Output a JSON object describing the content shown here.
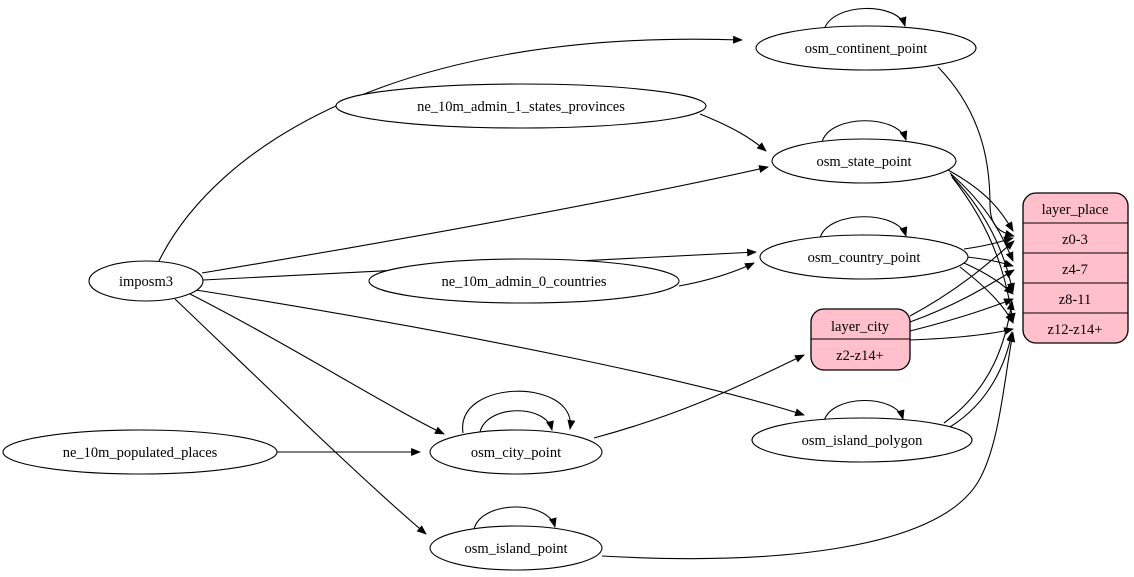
{
  "diagram": {
    "kind": "etl-dependency-graph",
    "background_color": "#ffffff",
    "edge_color": "#000000",
    "node_fill": "#ffffff",
    "record_fill": "#ffc0cb",
    "stroke_color": "#000000"
  },
  "nodes": {
    "imposm3": {
      "label": "imposm3",
      "shape": "ellipse"
    },
    "ne_10m_admin_1_states_provinces": {
      "label": "ne_10m_admin_1_states_provinces",
      "shape": "ellipse"
    },
    "ne_10m_admin_0_countries": {
      "label": "ne_10m_admin_0_countries",
      "shape": "ellipse"
    },
    "ne_10m_populated_places": {
      "label": "ne_10m_populated_places",
      "shape": "ellipse"
    },
    "osm_continent_point": {
      "label": "osm_continent_point",
      "shape": "ellipse",
      "self_loop": true
    },
    "osm_state_point": {
      "label": "osm_state_point",
      "shape": "ellipse",
      "self_loop": true
    },
    "osm_country_point": {
      "label": "osm_country_point",
      "shape": "ellipse",
      "self_loop": true
    },
    "osm_city_point": {
      "label": "osm_city_point",
      "shape": "ellipse",
      "self_loops": 2
    },
    "osm_island_polygon": {
      "label": "osm_island_polygon",
      "shape": "ellipse",
      "self_loop": true
    },
    "osm_island_point": {
      "label": "osm_island_point",
      "shape": "ellipse",
      "self_loop": true
    },
    "layer_city": {
      "label": "layer_city",
      "shape": "record",
      "rows": [
        "z2-z14+"
      ]
    },
    "layer_place": {
      "label": "layer_place",
      "shape": "record",
      "rows": [
        "z0-3",
        "z4-7",
        "z8-11",
        "z12-z14+"
      ]
    }
  },
  "edges": [
    {
      "from": "imposm3",
      "to": "osm_continent_point"
    },
    {
      "from": "imposm3",
      "to": "osm_state_point"
    },
    {
      "from": "imposm3",
      "to": "osm_country_point"
    },
    {
      "from": "imposm3",
      "to": "osm_city_point"
    },
    {
      "from": "imposm3",
      "to": "osm_island_polygon"
    },
    {
      "from": "imposm3",
      "to": "osm_island_point"
    },
    {
      "from": "ne_10m_admin_1_states_provinces",
      "to": "osm_state_point"
    },
    {
      "from": "ne_10m_admin_0_countries",
      "to": "osm_country_point"
    },
    {
      "from": "ne_10m_populated_places",
      "to": "osm_city_point"
    },
    {
      "from": "osm_continent_point",
      "to": "osm_continent_point"
    },
    {
      "from": "osm_state_point",
      "to": "osm_state_point"
    },
    {
      "from": "osm_country_point",
      "to": "osm_country_point"
    },
    {
      "from": "osm_city_point",
      "to": "osm_city_point"
    },
    {
      "from": "osm_city_point",
      "to": "osm_city_point"
    },
    {
      "from": "osm_island_polygon",
      "to": "osm_island_polygon"
    },
    {
      "from": "osm_island_point",
      "to": "osm_island_point"
    },
    {
      "from": "osm_city_point",
      "to": "layer_city:z2-z14+"
    },
    {
      "from": "osm_continent_point",
      "to": "layer_place:z0-3"
    },
    {
      "from": "osm_state_point",
      "to": "layer_place:z0-3"
    },
    {
      "from": "osm_state_point",
      "to": "layer_place:z4-7"
    },
    {
      "from": "osm_state_point",
      "to": "layer_place:z8-11"
    },
    {
      "from": "osm_state_point",
      "to": "layer_place:z12-z14+"
    },
    {
      "from": "osm_country_point",
      "to": "layer_place:z0-3"
    },
    {
      "from": "osm_country_point",
      "to": "layer_place:z4-7"
    },
    {
      "from": "osm_country_point",
      "to": "layer_place:z8-11"
    },
    {
      "from": "osm_country_point",
      "to": "layer_place:z12-z14+"
    },
    {
      "from": "layer_city:z2-z14+",
      "to": "layer_place:z0-3"
    },
    {
      "from": "layer_city:z2-z14+",
      "to": "layer_place:z4-7"
    },
    {
      "from": "layer_city:z2-z14+",
      "to": "layer_place:z8-11"
    },
    {
      "from": "layer_city:z2-z14+",
      "to": "layer_place:z12-z14+"
    },
    {
      "from": "osm_island_polygon",
      "to": "layer_place:z8-11"
    },
    {
      "from": "osm_island_polygon",
      "to": "layer_place:z12-z14+"
    },
    {
      "from": "osm_island_point",
      "to": "layer_place:z12-z14+"
    }
  ]
}
